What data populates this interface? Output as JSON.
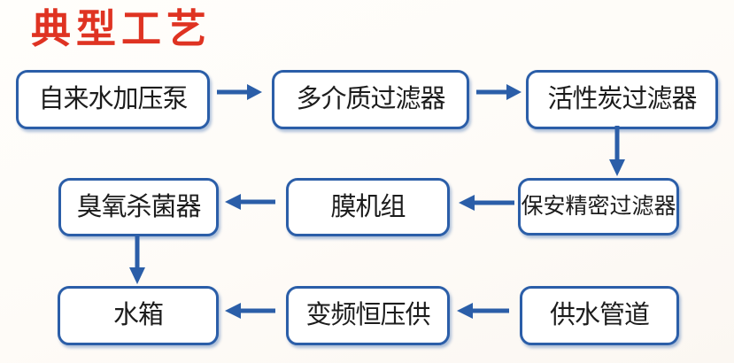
{
  "title": {
    "text": "典型工艺"
  },
  "palette": {
    "accent_red": "#DF3322",
    "flow_blue": "#2B5EA8",
    "box_bg": "#FFFFFF",
    "text_dark": "#1C1C1C",
    "page_bg": "#FEFBF7"
  },
  "flow": {
    "nodes": [
      {
        "label": "自来水加压泵"
      },
      {
        "label": "多介质过滤器"
      },
      {
        "label": "活性炭过滤器"
      },
      {
        "label": "臭氧杀菌器"
      },
      {
        "label": "膜机组"
      },
      {
        "label": "保安精密过滤器"
      },
      {
        "label": "水箱"
      },
      {
        "label": "变频恒压供"
      },
      {
        "label": "供水管道"
      }
    ],
    "connections": [
      {
        "from": "自来水加压泵",
        "to": "多介质过滤器",
        "direction": "right"
      },
      {
        "from": "多介质过滤器",
        "to": "活性炭过滤器",
        "direction": "right"
      },
      {
        "from": "活性炭过滤器",
        "to": "保安精密过滤器",
        "direction": "down"
      },
      {
        "from": "保安精密过滤器",
        "to": "膜机组",
        "direction": "left"
      },
      {
        "from": "膜机组",
        "to": "臭氧杀菌器",
        "direction": "left"
      },
      {
        "from": "臭氧杀菌器",
        "to": "水箱",
        "direction": "down"
      },
      {
        "from": "供水管道",
        "to": "变频恒压供",
        "direction": "left"
      },
      {
        "from": "变频恒压供",
        "to": "水箱",
        "direction": "left"
      }
    ]
  }
}
